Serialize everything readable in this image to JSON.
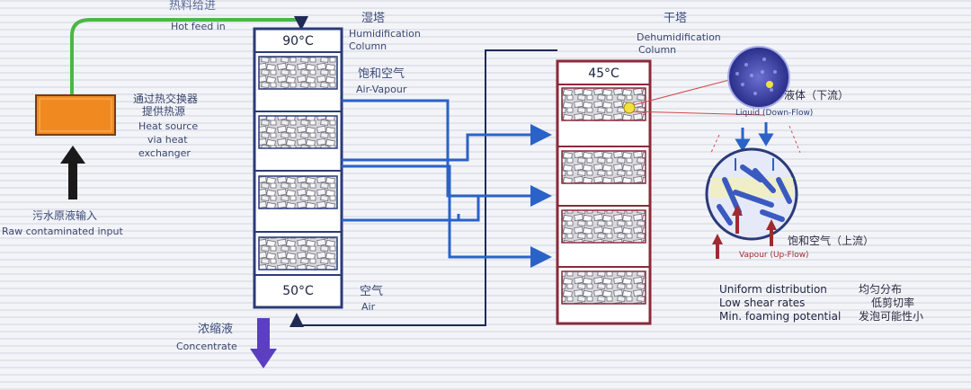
{
  "hot_feed": {
    "zh": "热料给进",
    "en": "Hot feed in"
  },
  "heat_source": {
    "zh_line1": "通过热交换器",
    "zh_line2": "提供热源",
    "en_line1": "Heat source",
    "en_line2": "via heat",
    "en_line3": "exchanger"
  },
  "raw_input": {
    "zh": "污水原液输入",
    "en": "Raw contaminated input"
  },
  "humidification": {
    "zh": "湿塔",
    "en_line1": "Humidification",
    "en_line2": "Column",
    "top_temp": "90°C",
    "bottom_temp": "50°C"
  },
  "air_vapour": {
    "zh": "饱和空气",
    "en": "Air-Vapour"
  },
  "air": {
    "zh": "空气",
    "en": "Air"
  },
  "concentrate": {
    "zh": "浓缩液",
    "en": "Concentrate"
  },
  "dehumidification": {
    "zh": "干塔",
    "en_line1": "Dehumidification",
    "en_line2": "Column",
    "top_temp": "45°C"
  },
  "liquid_flow": {
    "zh": "液体（下流）",
    "en": "Liquid (Down-Flow)"
  },
  "vapour_flow": {
    "zh": "饱和空气（上流）",
    "en": "Vapour (Up-Flow)"
  },
  "features": {
    "en": [
      "Uniform distribution",
      "Low shear rates",
      "Min. foaming potential"
    ],
    "zh": [
      "均匀分布",
      "低剪切率",
      "发泡可能性小"
    ]
  },
  "colors": {
    "green_line": "#4cb648",
    "blue_line": "#2a62c8",
    "hum_column": "#2a3b7a",
    "dehum_column": "#8a2a3a",
    "heat_box": "#f08a20",
    "down_arrow": "#5b3fc0"
  }
}
